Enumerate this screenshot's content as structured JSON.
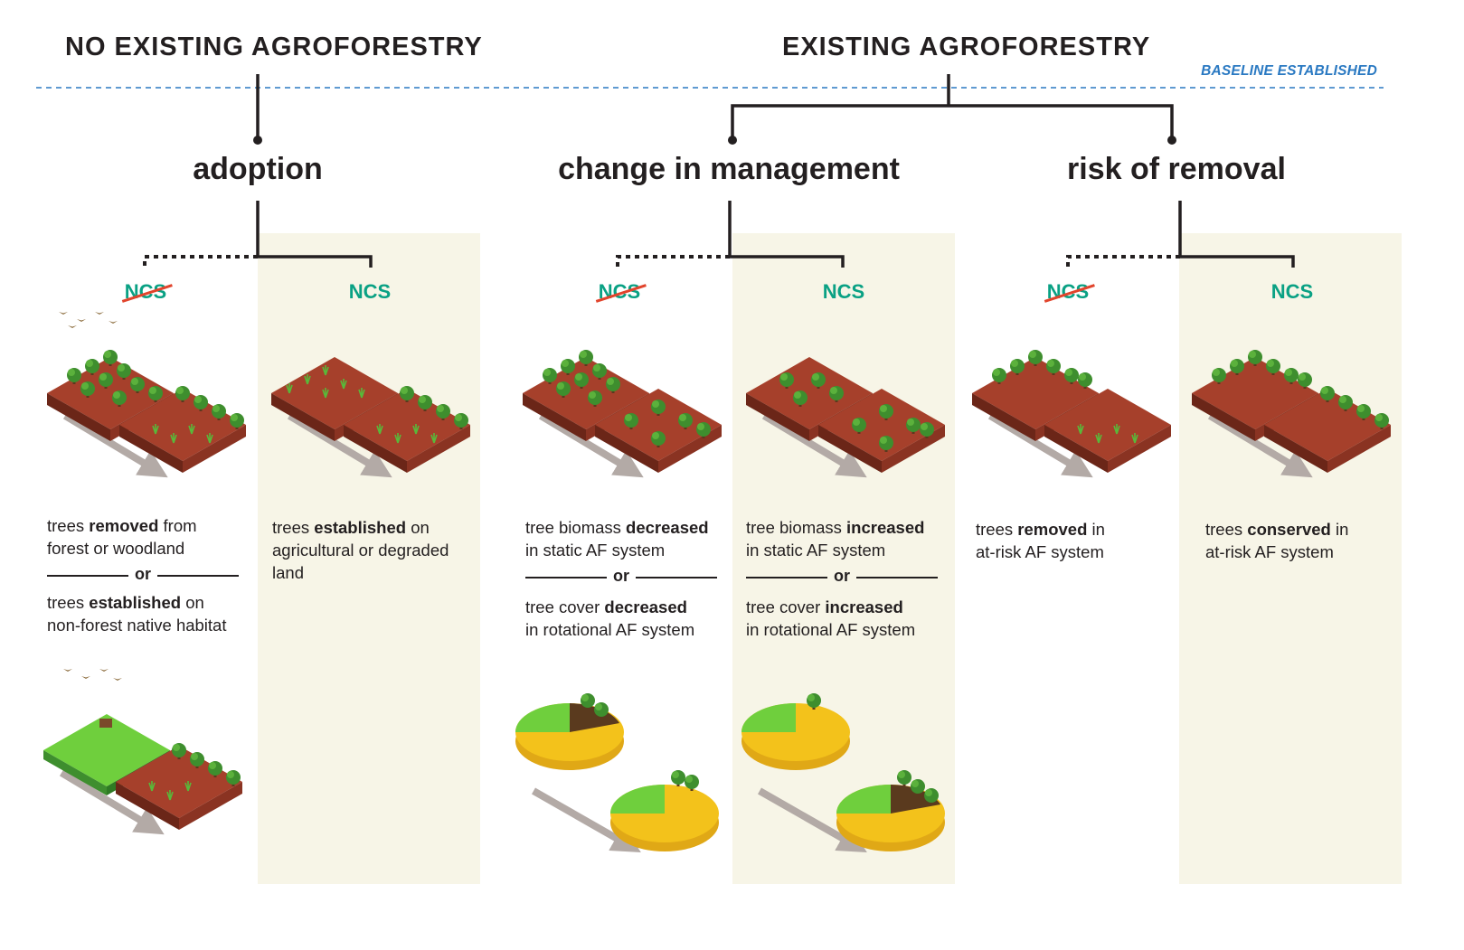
{
  "headings": {
    "no_existing": "NO EXISTING AGROFORESTRY",
    "existing": "EXISTING AGROFORESTRY",
    "baseline": "BASELINE ESTABLISHED"
  },
  "categories": {
    "adoption": "adoption",
    "change": "change in management",
    "risk": "risk of removal"
  },
  "ncs_label": "NCS",
  "or_label": "or",
  "columns": {
    "adoption_no": {
      "a_prefix": "trees ",
      "a_bold": "removed",
      "a_suffix": " from",
      "a_line2": "forest or woodland",
      "b_prefix": "trees ",
      "b_bold": "established",
      "b_suffix": " on",
      "b_line2": "non-forest native habitat"
    },
    "adoption_yes": {
      "a_prefix": "trees ",
      "a_bold": "established",
      "a_suffix": " on",
      "a_line2": "agricultural or degraded",
      "a_line3": "land"
    },
    "change_no": {
      "a_prefix": "tree biomass ",
      "a_bold": "decreased",
      "a_line2": "in static AF system",
      "b_prefix": "tree cover ",
      "b_bold": "decreased",
      "b_line2": "in rotational AF system"
    },
    "change_yes": {
      "a_prefix": "tree biomass ",
      "a_bold": "increased",
      "a_line2": "in static AF system",
      "b_prefix": "tree cover ",
      "b_bold": "increased",
      "b_line2": "in rotational AF system"
    },
    "risk_no": {
      "a_prefix": "trees ",
      "a_bold": "removed",
      "a_suffix": " in",
      "a_line2": "at-risk AF system"
    },
    "risk_yes": {
      "a_prefix": "trees ",
      "a_bold": "conserved",
      "a_suffix": " in",
      "a_line2": "at-risk AF system"
    }
  },
  "colors": {
    "text": "#231f20",
    "ncs_green": "#0aa184",
    "strike_red": "#e1442c",
    "baseline_blue": "#2a79c2",
    "panel_shade": "#f7f5e7",
    "soil_top": "#a6402b",
    "soil_side": "#6b2618",
    "tree_green": "#3e8e2e",
    "grass_green": "#6fcf3d",
    "crop_yellow": "#f3c21b",
    "arrow_gray": "#b3aaa6"
  }
}
